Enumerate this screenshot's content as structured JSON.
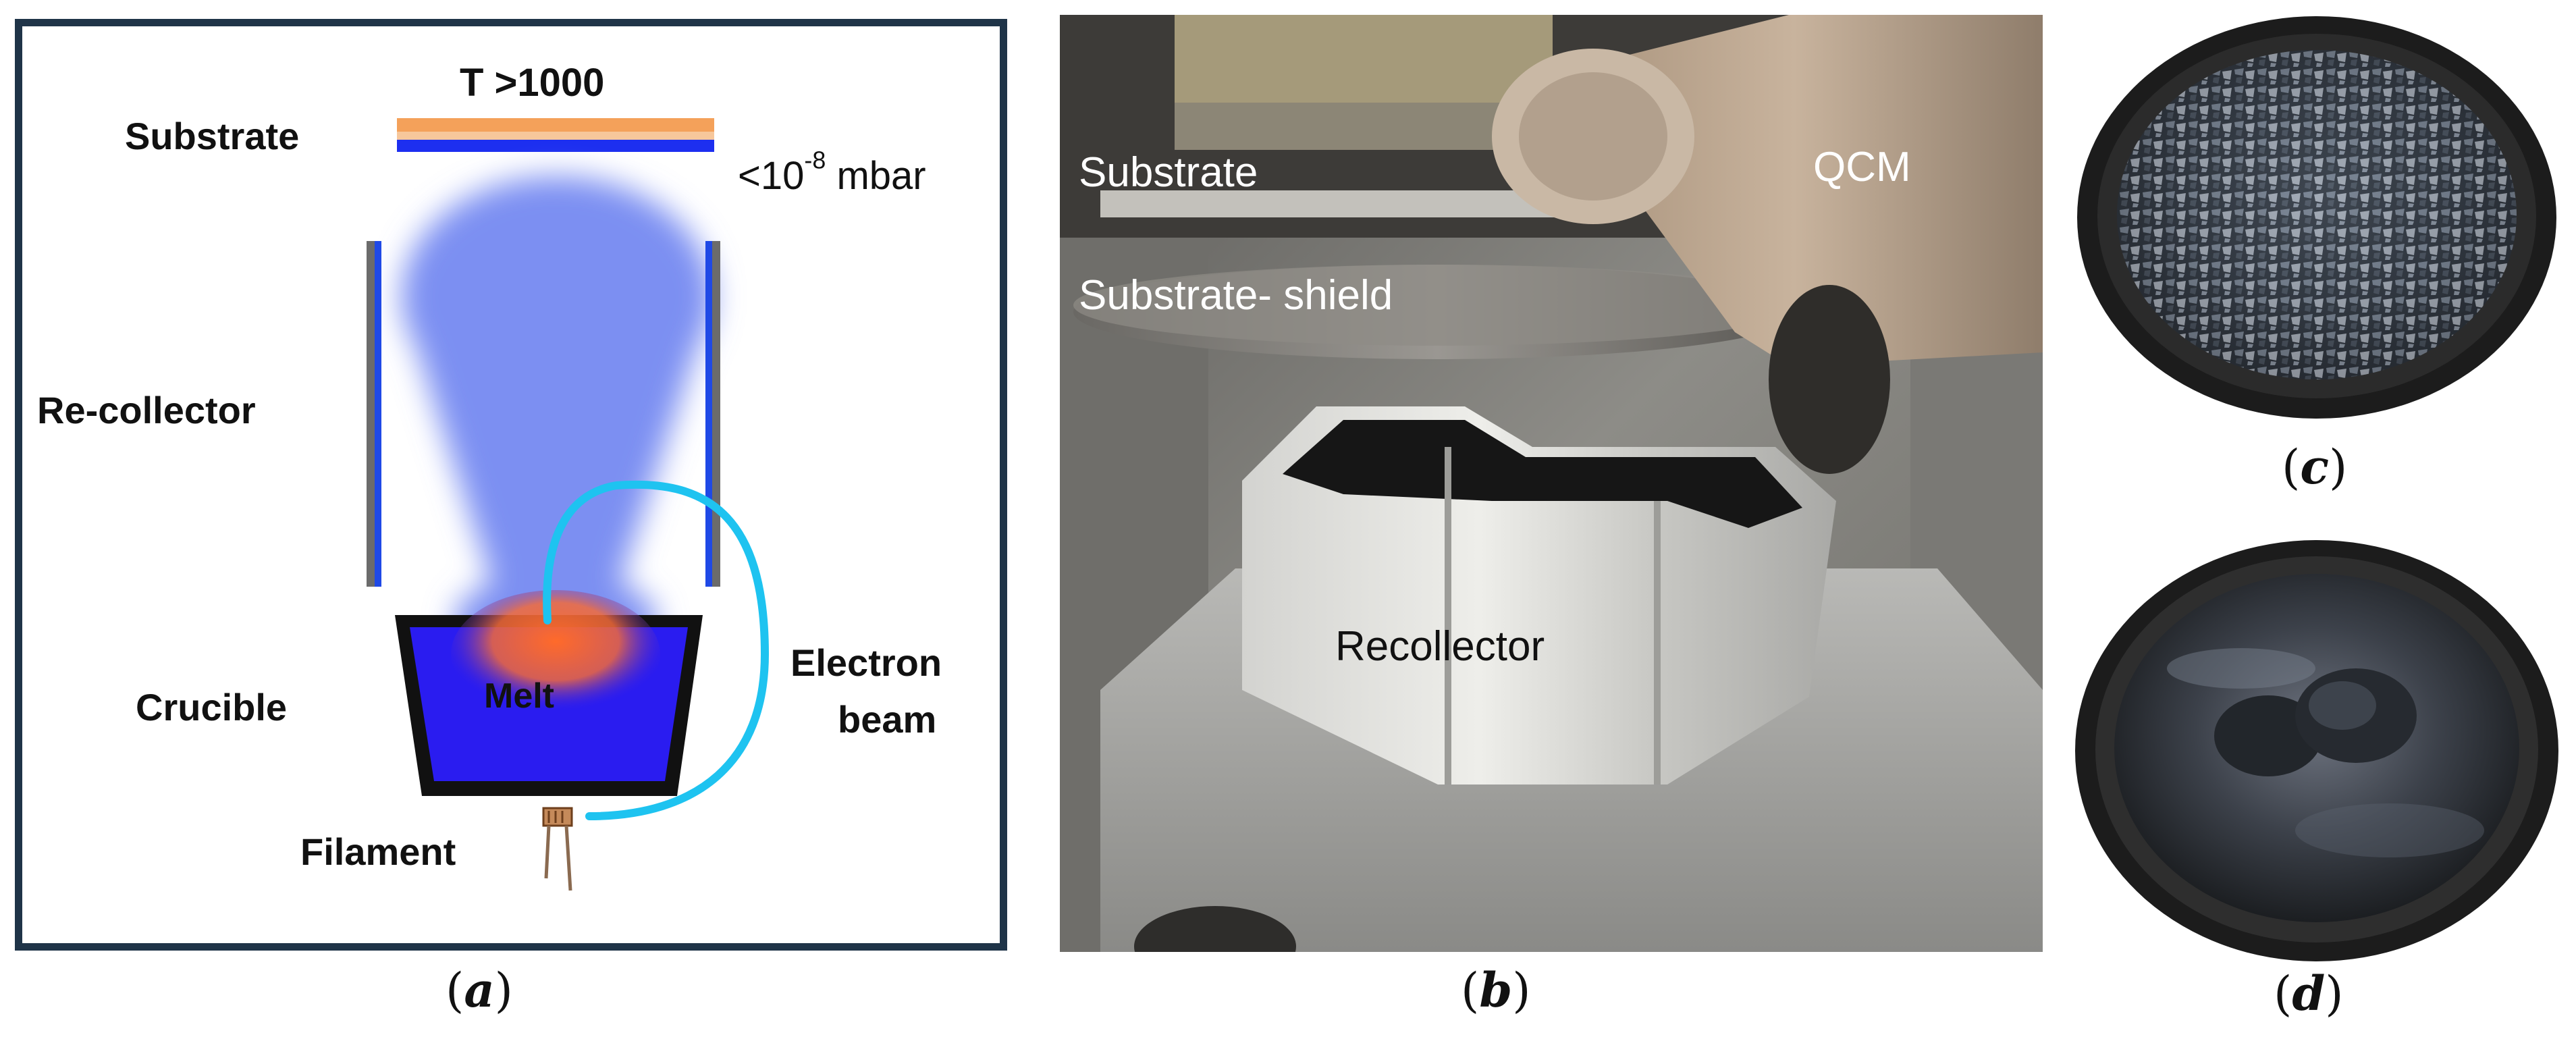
{
  "panel_a": {
    "temperature": "T >1000",
    "substrate": "Substrate",
    "pressure_prefix": "<10",
    "pressure_exp": "-8",
    "pressure_unit": " mbar",
    "recollector": "Re-collector",
    "electron": "Electron",
    "beam": "beam",
    "crucible": "Crucible",
    "melt": "Melt",
    "filament": "Filament",
    "colors": {
      "border": "#1f3448",
      "substrate_top": "#f4a15a",
      "substrate_bottom": "#1d2ff0",
      "vapor_plume": "#7b8ff2",
      "crucible_liquid": "#2a1cf0",
      "melt_hot": "#ff6a2a",
      "beam": "#1ec3f0",
      "wall_gray": "#6b6b6b",
      "wall_blue": "#1f49e6"
    }
  },
  "panel_b": {
    "substrate": "Substrate",
    "qcm": "QCM",
    "substrate_shield": "Substrate- shield",
    "recollector": "Recollector"
  },
  "captions": {
    "a_open": "(",
    "a": "a",
    "a_close": ")",
    "b_open": "(",
    "b": "b",
    "b_close": ")",
    "c_open": "(",
    "c": "c",
    "c_close": ")",
    "d_open": "(",
    "d": "d",
    "d_close": ")"
  }
}
